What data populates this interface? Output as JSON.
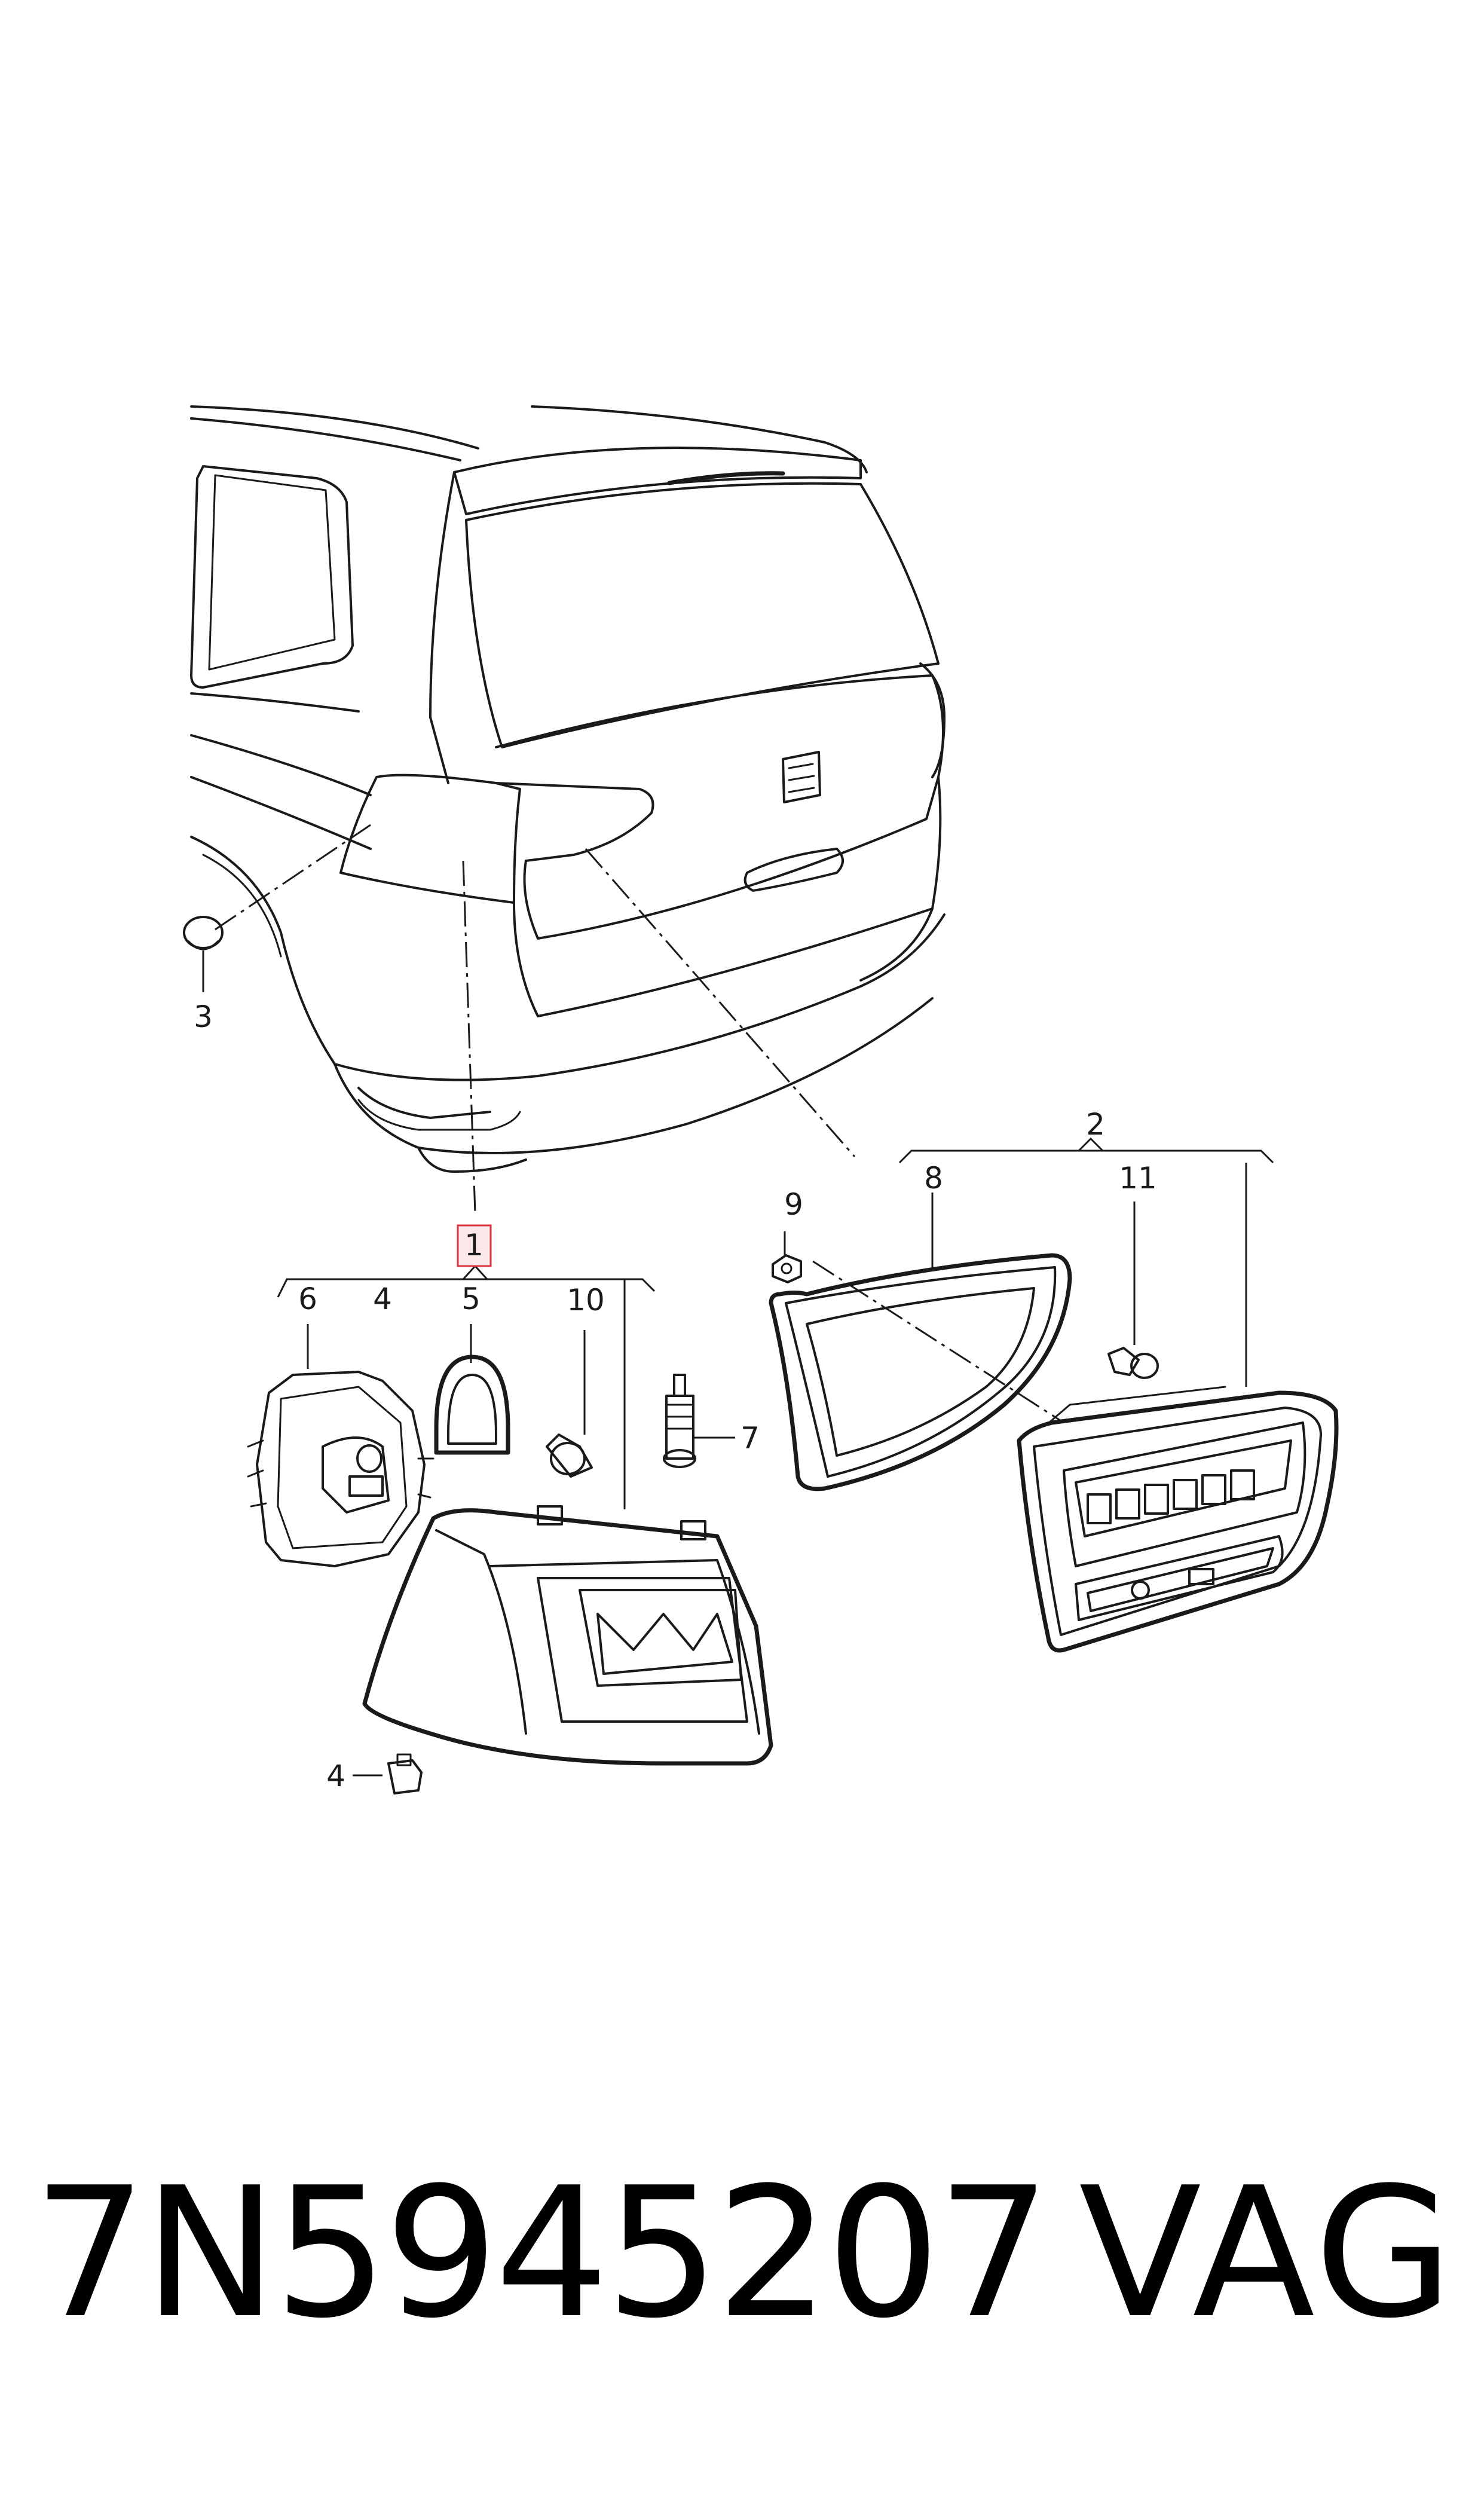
{
  "callouts": {
    "c1": "1",
    "c2": "2",
    "c3": "3",
    "c4_top": "4",
    "c4_bottom": "4",
    "c5": "5",
    "c6": "6",
    "c7": "7",
    "c8": "8",
    "c9": "9",
    "c10": "10",
    "c11": "11"
  },
  "part_number": "7N5945207",
  "brand": "VAG",
  "highlight_color": "#d9343f"
}
